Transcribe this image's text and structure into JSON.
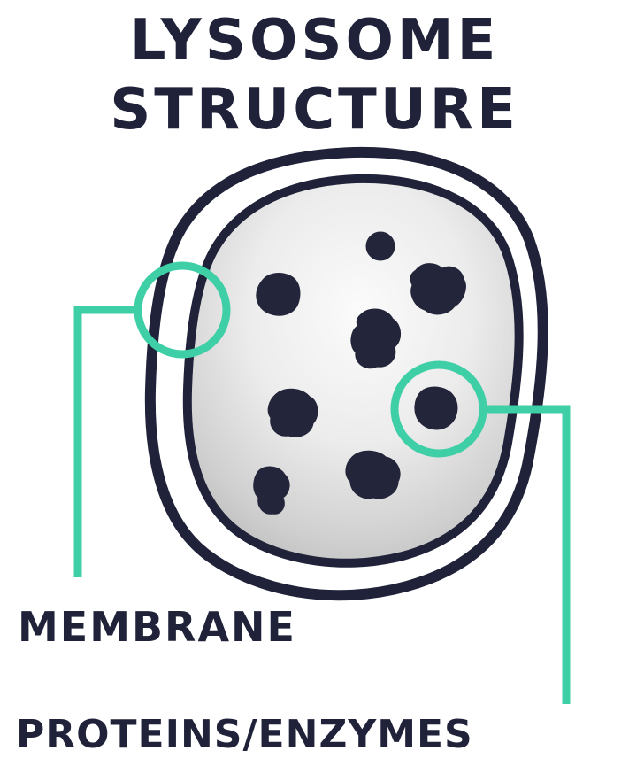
{
  "diagram": {
    "title_line1": "LYSOSOME",
    "title_line2": "STRUCTURE",
    "labels": {
      "membrane": "MEMBRANE",
      "proteins_enzymes": "PROTEINS/ENZYMES"
    },
    "colors": {
      "ink": "#1f2238",
      "callout": "#3fcfa6",
      "interior_light": "#f4f4f4",
      "interior_shade": "#bdbdbd"
    }
  }
}
